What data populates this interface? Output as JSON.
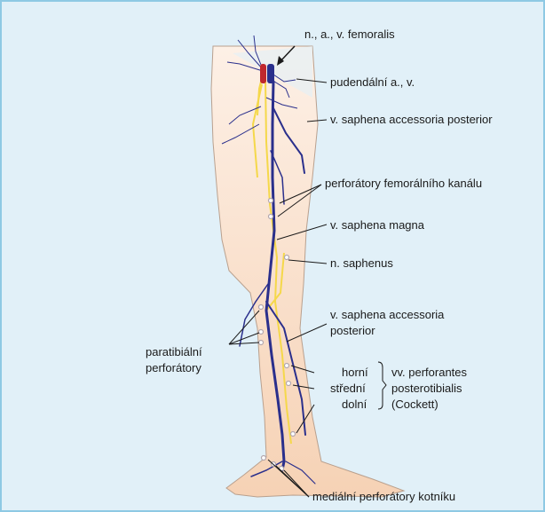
{
  "colors": {
    "background": "#e1f0f8",
    "frame": "#8ec9e4",
    "skin_light": "#fdf0e6",
    "skin_dark": "#f6d2b5",
    "skin_outline": "#b9a08e",
    "vein": "#2a2f8c",
    "artery": "#c0272d",
    "nerve": "#f5d84a",
    "perforator": "#b3a7ae",
    "pointer": "#1a1a1a"
  },
  "labels": {
    "femoralis": "n., a., v. femoralis",
    "pudendal": "pudendální a., v.",
    "saphena_acc_post_top": "v. saphena accessoria posterior",
    "perf_femoral": "perforátory femorálního kanálu",
    "saphena_magna": "v. saphena magna",
    "n_saphenus": "n. saphenus",
    "saphena_acc_post_low_1": "v. saphena accessoria",
    "saphena_acc_post_low_2": "posterior",
    "paratibial_1": "paratibiální",
    "paratibial_2": "perforátory",
    "horni": "horní",
    "stredni": "střední",
    "dolni": "dolní",
    "cockett_1": "vv. perforantes",
    "cockett_2": "posterotibialis",
    "cockett_3": "(Cockett)",
    "medial_ankle": "mediální perforátory kotníku"
  }
}
